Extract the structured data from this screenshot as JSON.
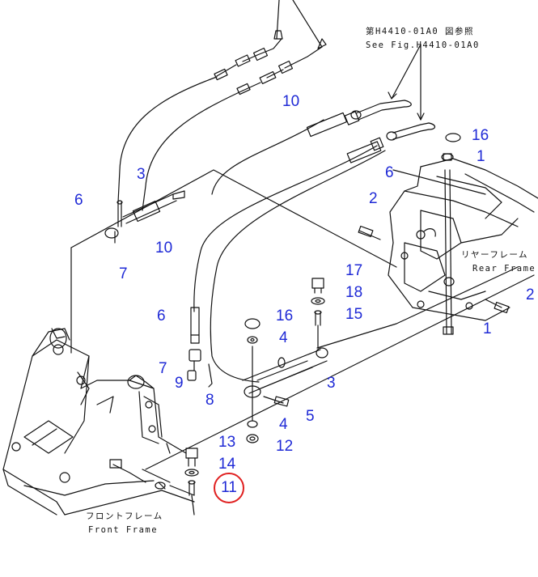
{
  "reference": {
    "jp": "第H4410-01A0 図参照",
    "en": "See Fig.H4410-01A0"
  },
  "frames": {
    "rear_jp": "リヤーフレーム",
    "rear_en": "Rear Frame",
    "front_jp": "フロントフレーム",
    "front_en": "Front Frame"
  },
  "callouts": {
    "c10a": "10",
    "c16a": "16",
    "c1a": "1",
    "c3a": "3",
    "c6a": "6",
    "c2a": "2",
    "c6b": "6",
    "c10b": "10",
    "c7a": "7",
    "c17": "17",
    "c18": "18",
    "c15": "15",
    "c2b": "2",
    "c6c": "6",
    "c16b": "16",
    "c4a": "4",
    "c1b": "1",
    "c7b": "7",
    "c3b": "3",
    "c9": "9",
    "c8": "8",
    "c5": "5",
    "c4b": "4",
    "c13": "13",
    "c12": "12",
    "c14": "14",
    "c11": "11"
  },
  "highlight": {
    "part": "11",
    "ring_color": "#e02020"
  },
  "colors": {
    "callout": "#1f2ad6",
    "line": "#111111",
    "highlight": "#e02020"
  }
}
